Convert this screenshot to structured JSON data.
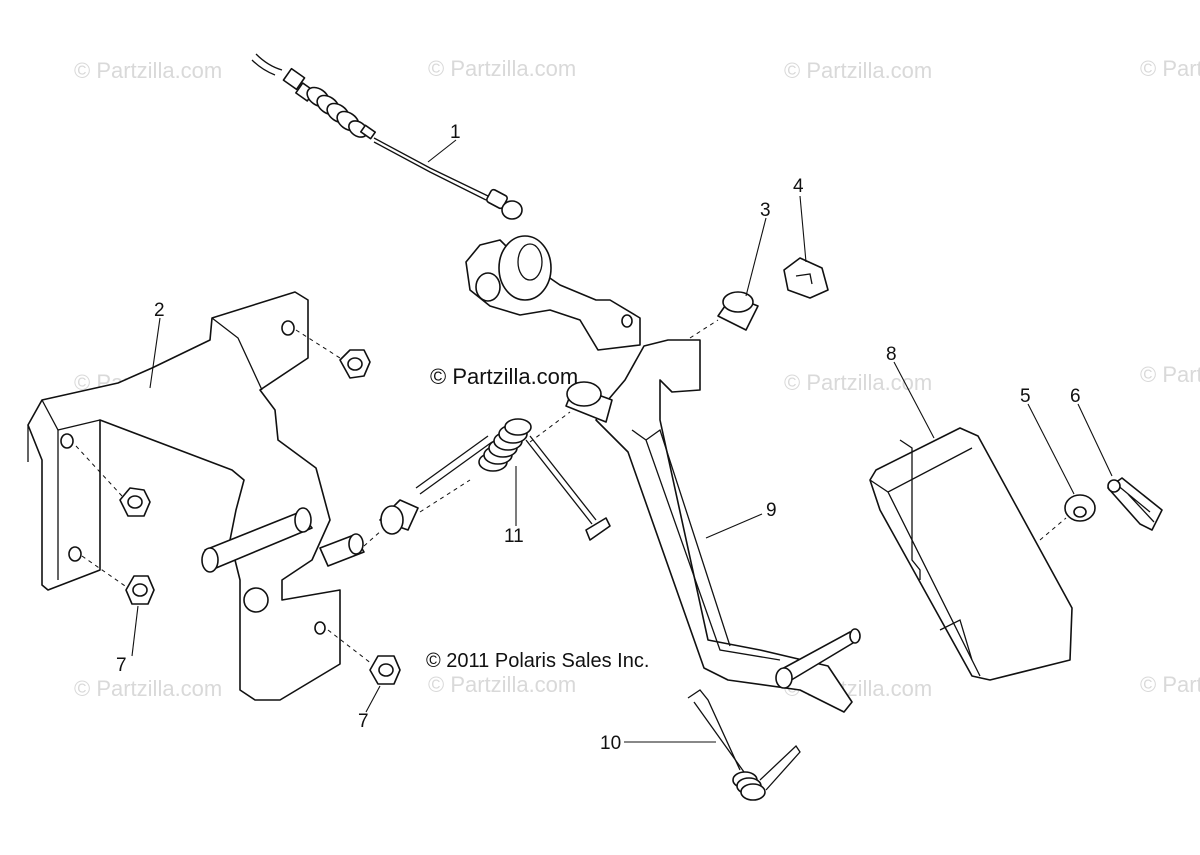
{
  "diagram": {
    "watermark_text": "© Partzilla.com",
    "center_watermark": "© Partzilla.com",
    "copyright": "© 2011 Polaris Sales Inc.",
    "callouts": {
      "c1": "1",
      "c2": "2",
      "c3": "3",
      "c4": "4",
      "c5": "5",
      "c6": "6",
      "c7a": "7",
      "c7b": "7",
      "c8": "8",
      "c9": "9",
      "c10": "10",
      "c11": "11"
    },
    "colors": {
      "line": "#111111",
      "watermark": "#d9d9d9",
      "background": "#ffffff"
    }
  }
}
